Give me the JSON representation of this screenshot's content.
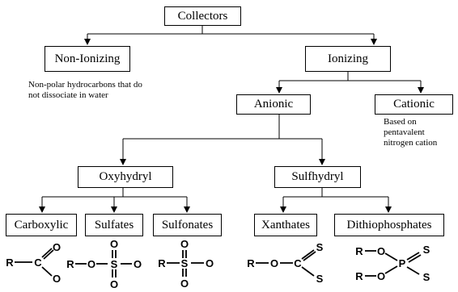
{
  "nodes": {
    "collectors": "Collectors",
    "non_ionizing": "Non-Ionizing",
    "ionizing": "Ionizing",
    "anionic": "Anionic",
    "cationic": "Cationic",
    "oxyhydryl": "Oxyhydryl",
    "sulfhydryl": "Sulfhydryl",
    "carboxylic": "Carboxylic",
    "sulfates": "Sulfates",
    "sulfonates": "Sulfonates",
    "xanthates": "Xanthates",
    "dithiophosphates": "Dithiophosphates"
  },
  "notes": {
    "non_ionizing_line1": "Non-polar hydrocarbons that do",
    "non_ionizing_line2": "not dissociate in water",
    "cationic_line1": "Based on",
    "cationic_line2": "pentavalent",
    "cationic_line3": "nitrogen cation"
  },
  "atoms": {
    "R": "R",
    "O": "O",
    "S": "S",
    "C": "C",
    "P": "P"
  }
}
